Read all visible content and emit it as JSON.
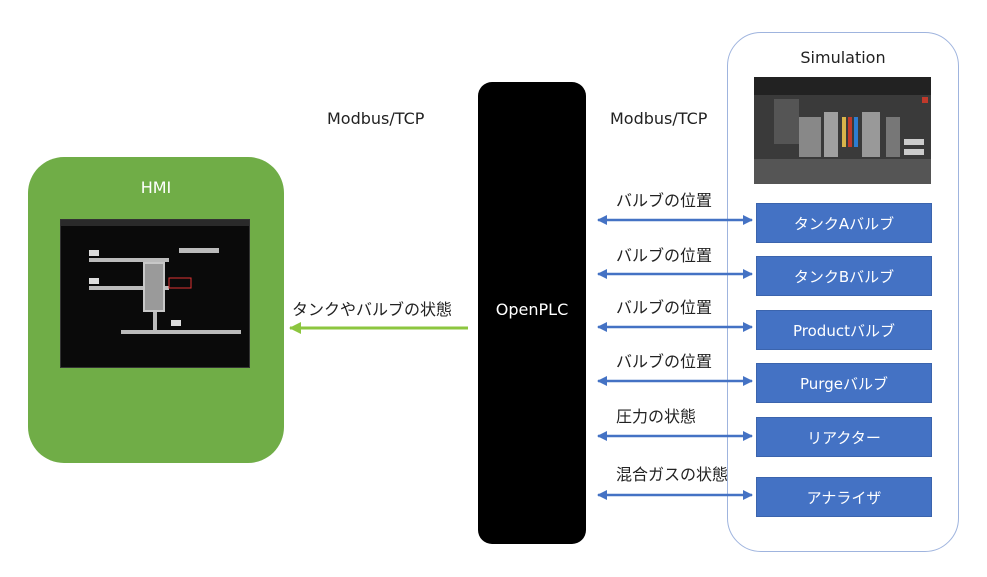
{
  "left_protocol": "Modbus/TCP",
  "right_protocol": "Modbus/TCP",
  "hmi": {
    "title": "HMI"
  },
  "plc": {
    "label": "OpenPLC"
  },
  "hmi_link_label": "タンクやバルブの状態",
  "simulation": {
    "title": "Simulation",
    "components": [
      {
        "label": "タンクAバルブ",
        "signal": "バルブの位置"
      },
      {
        "label": "タンクBバルブ",
        "signal": "バルブの位置"
      },
      {
        "label": "Productバルブ",
        "signal": "バルブの位置"
      },
      {
        "label": "Purgeバルブ",
        "signal": "バルブの位置"
      },
      {
        "label": "リアクター",
        "signal": "圧力の状態"
      },
      {
        "label": "アナライザ",
        "signal": "混合ガスの状態"
      }
    ]
  },
  "colors": {
    "hmi_green": "#70ad47",
    "arrow_blue": "#4472c4",
    "arrow_green": "#8cc63f",
    "plc_black": "#000000"
  }
}
